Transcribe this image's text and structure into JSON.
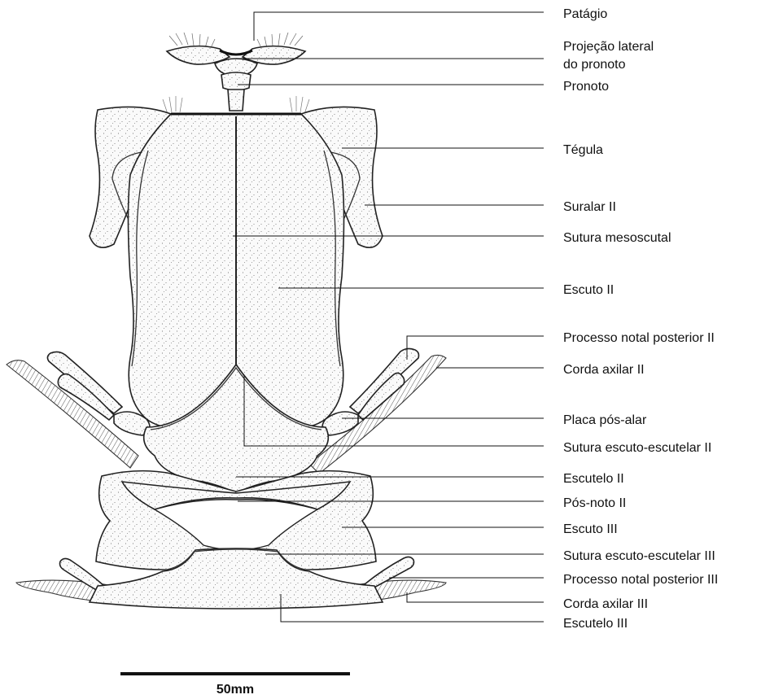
{
  "labels": {
    "patagio": "Patágio",
    "projecao_1": "Projeção lateral",
    "projecao_2": "do pronoto",
    "pronoto": "Pronoto",
    "tegula": "Tégula",
    "suralar": "Suralar II",
    "sutura_mesoscutal": "Sutura mesoscutal",
    "escuto2": "Escuto II",
    "processo2": "Processo notal posterior II",
    "corda2": "Corda axilar II",
    "placa": "Placa pós-alar",
    "sutura_ee2": "Sutura escuto-escutelar II",
    "escutelo2": "Escutelo II",
    "posnoto": "Pós-noto II",
    "escuto3": "Escuto III",
    "sutura_ee3": "Sutura escuto-escutelar III",
    "processo3": "Processo notal posterior III",
    "corda3": "Corda axilar III",
    "escutelo3": "Escutelo III"
  },
  "scale_bar": {
    "label": "50mm"
  }
}
